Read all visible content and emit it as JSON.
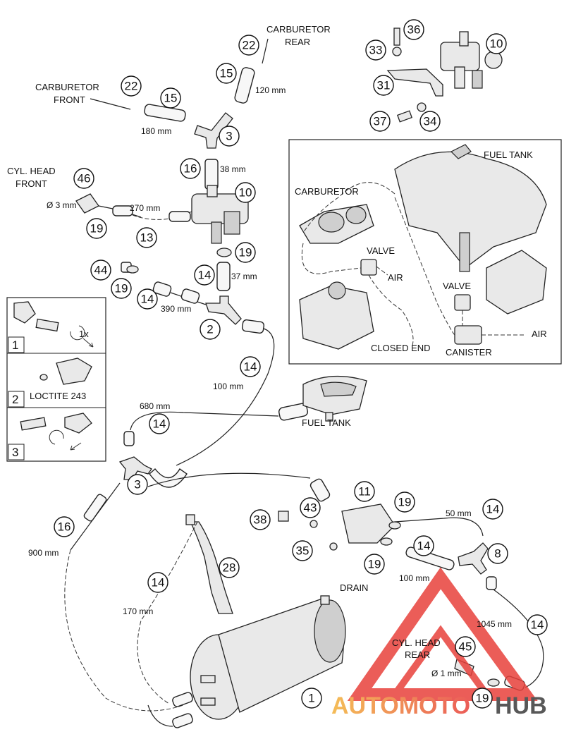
{
  "labels": {
    "carb_rear_1": "CARBURETOR",
    "carb_rear_2": "REAR",
    "carb_front_1": "CARBURETOR",
    "carb_front_2": "FRONT",
    "cyl_head_front_1": "CYL. HEAD",
    "cyl_head_front_2": "FRONT",
    "cyl_head_rear_1": "CYL. HEAD",
    "cyl_head_rear_2": "REAR",
    "fuel_tank": "FUEL TANK",
    "drain": "DRAIN",
    "inset_fuel_tank": "FUEL TANK",
    "inset_carburetor": "CARBURETOR",
    "inset_valve_1": "VALVE",
    "inset_valve_2": "VALVE",
    "inset_air_1": "AIR",
    "inset_air_2": "AIR",
    "inset_closed_end": "CLOSED END",
    "inset_canister": "CANISTER"
  },
  "dimensions": {
    "d120": "120 mm",
    "d180": "180 mm",
    "d38": "38 mm",
    "d270": "270 mm",
    "dia3": "Ø 3 mm",
    "d37": "37 mm",
    "d390": "390 mm",
    "d100a": "100 mm",
    "d680": "680 mm",
    "d900": "900 mm",
    "d170": "170 mm",
    "d50": "50 mm",
    "d100b": "100 mm",
    "d1045": "1045 mm",
    "dia1": "Ø 1 mm"
  },
  "steps": [
    {
      "num": "1",
      "text": "1x"
    },
    {
      "num": "2",
      "text": "LOCTITE 243"
    },
    {
      "num": "3",
      "text": ""
    }
  ],
  "callouts": {
    "c36": "36",
    "c33": "33",
    "c10a": "10",
    "c31": "31",
    "c37": "37",
    "c34": "34",
    "c22a": "22",
    "c15a": "15",
    "c22b": "22",
    "c15b": "15",
    "c3a": "3",
    "c16a": "16",
    "c46": "46",
    "c10b": "10",
    "c19a": "19",
    "c13": "13",
    "c19b": "19",
    "c14a": "14",
    "c44": "44",
    "c19c": "19",
    "c14b": "14",
    "c2": "2",
    "c14c": "14",
    "c14d": "14",
    "c3b": "3",
    "c16b": "16",
    "c11": "11",
    "c43": "43",
    "c19d": "19",
    "c14e": "14",
    "c38": "38",
    "c35": "35",
    "c14f": "14",
    "c19e": "19",
    "c8": "8",
    "c28": "28",
    "c14g": "14",
    "c14h": "14",
    "c45": "45",
    "c1": "1",
    "c19f": "19"
  },
  "watermark": {
    "text_colored": "AUTOMOTO",
    "text_dark": "HUB",
    "colors": {
      "triangle": "#e8413c",
      "gradient_start": "#f3b23a",
      "gradient_end": "#e8413c",
      "dark": "#3b3b3b"
    }
  }
}
